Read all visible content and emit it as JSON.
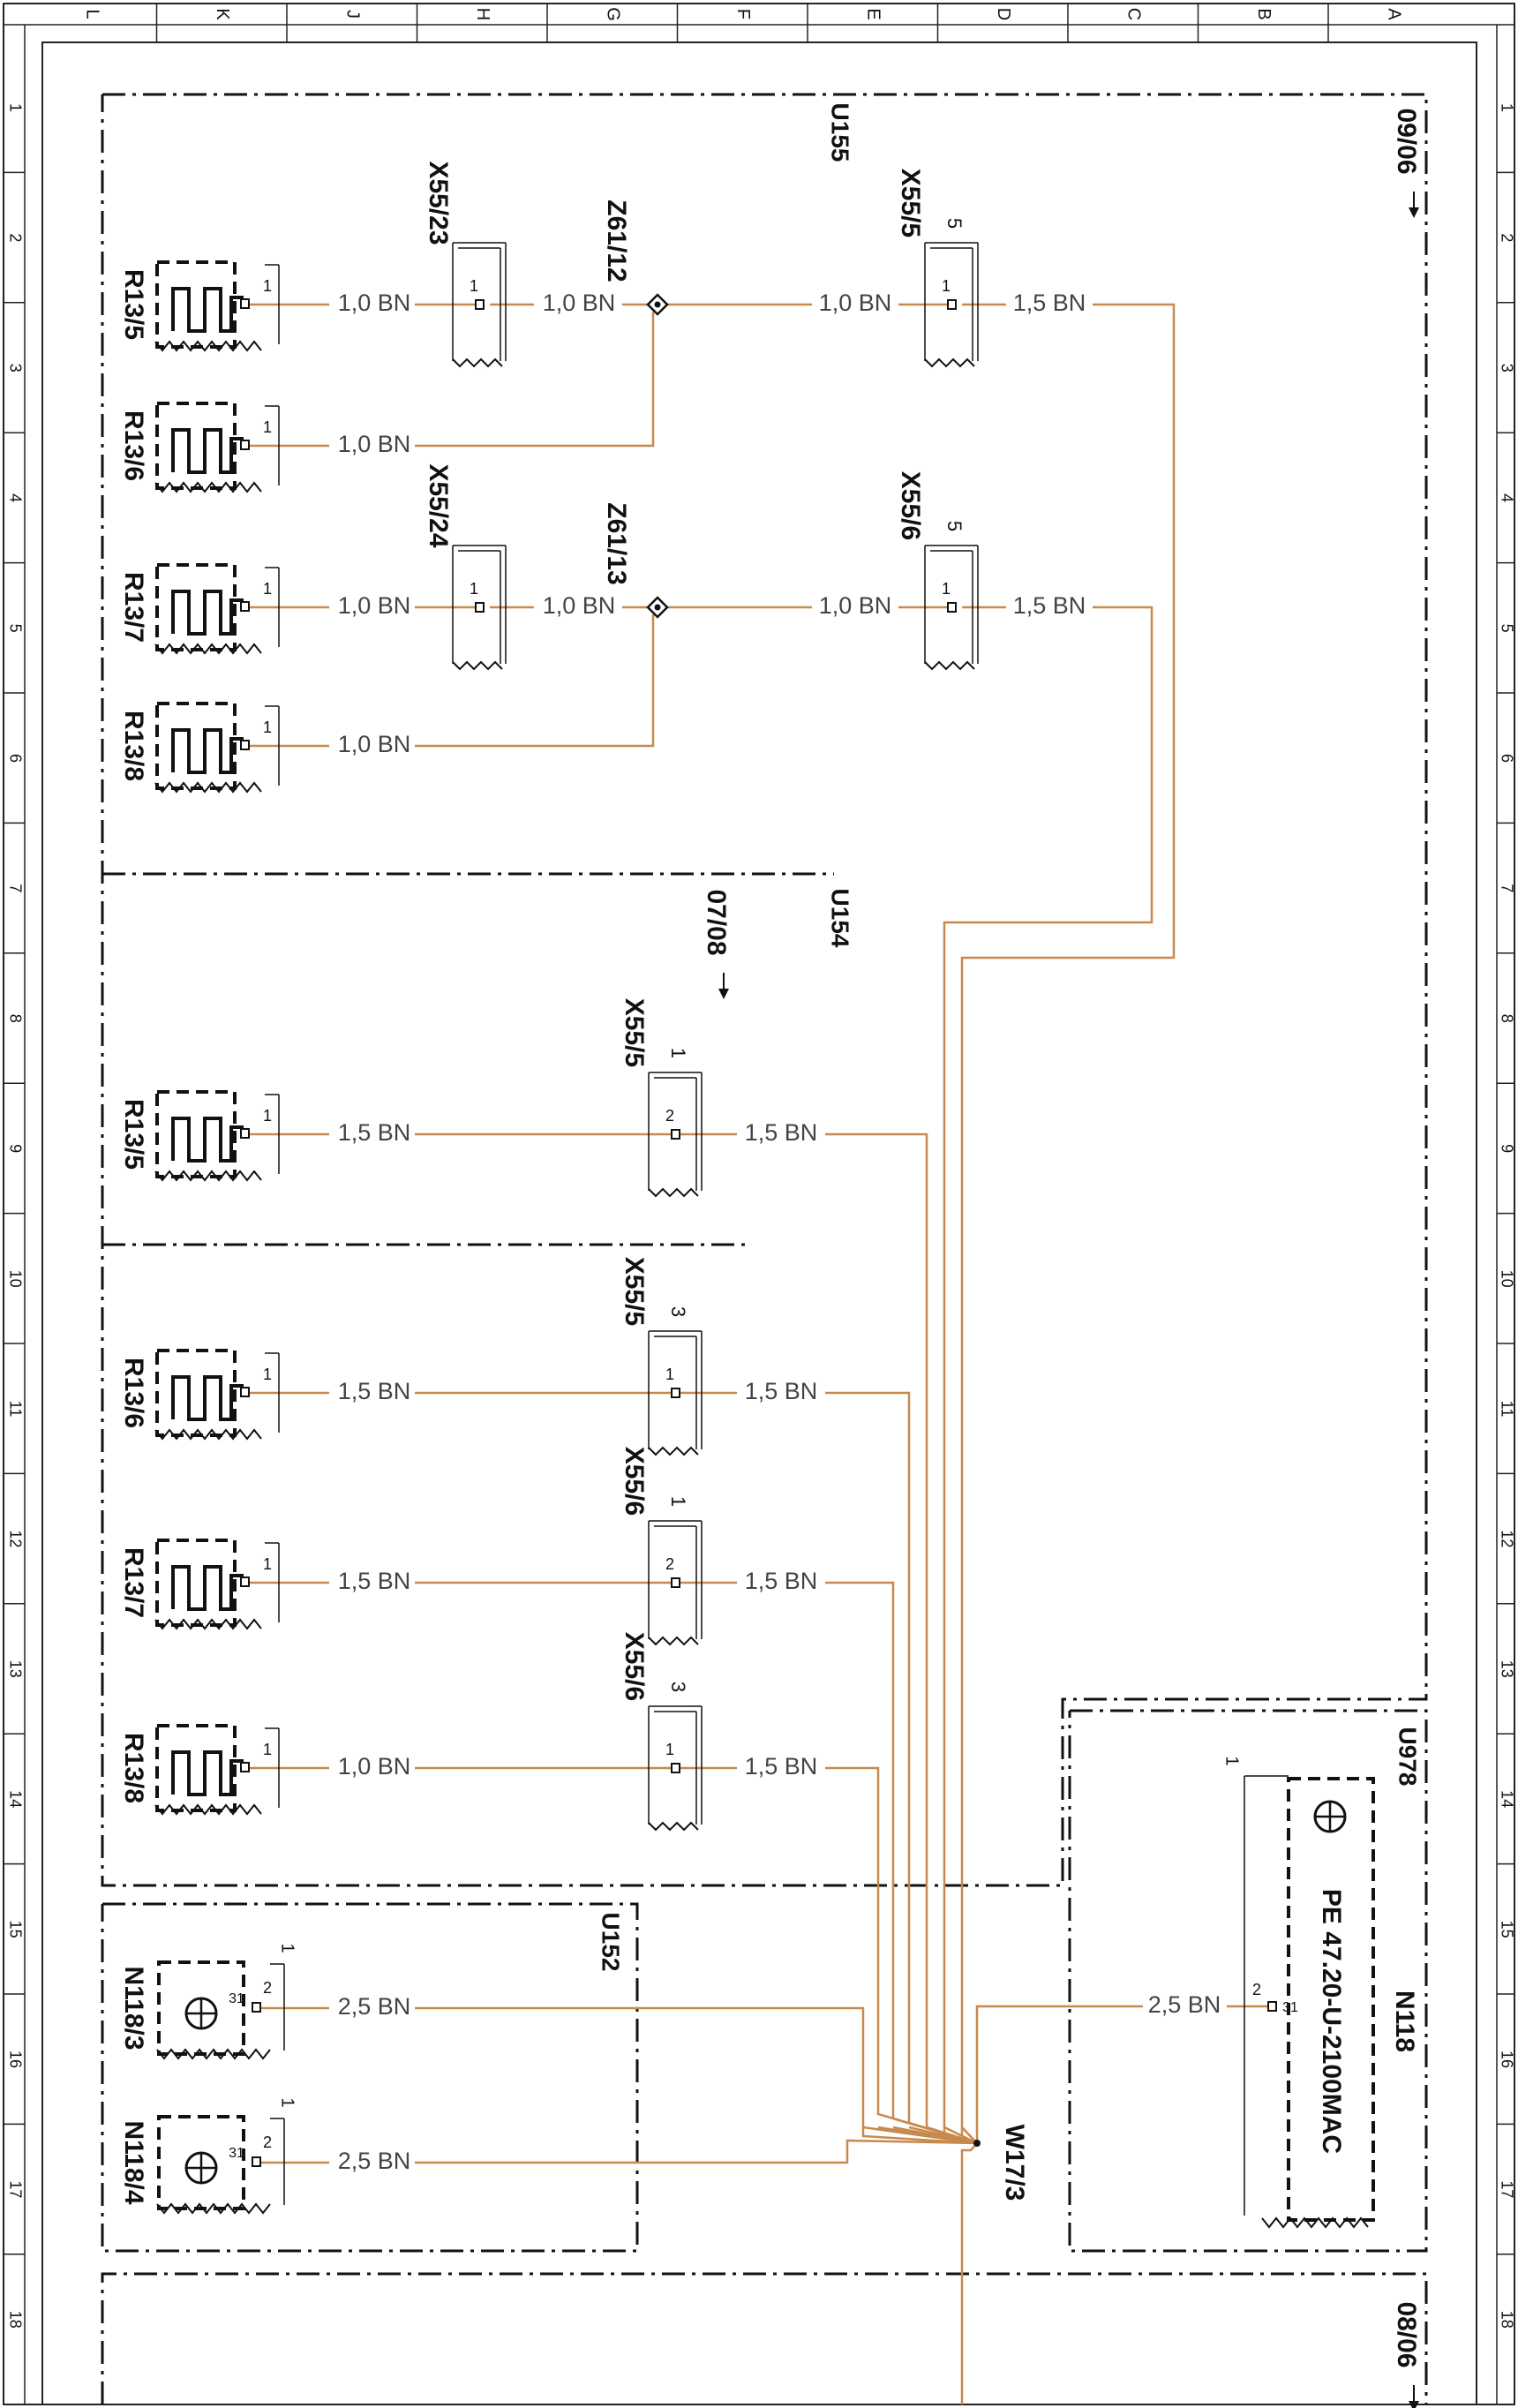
{
  "sheet": {
    "columns": [
      "L",
      "K",
      "J",
      "H",
      "G",
      "F",
      "E",
      "D",
      "C",
      "B",
      "A"
    ],
    "rows": [
      "1",
      "2",
      "3",
      "4",
      "5",
      "6",
      "7",
      "8",
      "9",
      "10",
      "11",
      "12",
      "13",
      "14",
      "15",
      "16",
      "17",
      "18"
    ]
  },
  "colors": {
    "wire": "#c8894d",
    "ink": "#111111",
    "grid": "#222222"
  },
  "areas": [
    {
      "id": "u155",
      "label": "U155"
    },
    {
      "id": "u154",
      "label": "U154"
    },
    {
      "id": "u152",
      "label": "U152"
    },
    {
      "id": "u978",
      "label": "U978"
    }
  ],
  "page_refs": [
    {
      "text": "09/06",
      "arrow": "up"
    },
    {
      "text": "07/08",
      "arrow": "left"
    },
    {
      "text": "08/06",
      "arrow": "left"
    }
  ],
  "heaters": [
    {
      "id": "h1",
      "label": "R13/5",
      "pin": "1"
    },
    {
      "id": "h2",
      "label": "R13/6",
      "pin": "1"
    },
    {
      "id": "h3",
      "label": "R13/7",
      "pin": "1"
    },
    {
      "id": "h4",
      "label": "R13/8",
      "pin": "1"
    },
    {
      "id": "h5",
      "label": "R13/5",
      "pin": "1"
    },
    {
      "id": "h6",
      "label": "R13/6",
      "pin": "1"
    },
    {
      "id": "h7",
      "label": "R13/7",
      "pin": "1"
    },
    {
      "id": "h8",
      "label": "R13/8",
      "pin": "1"
    }
  ],
  "connectors": [
    {
      "id": "c1",
      "label": "X55/23",
      "pin": "1",
      "top": ""
    },
    {
      "id": "c2",
      "label": "X55/5",
      "pin": "1",
      "top": "5"
    },
    {
      "id": "c3",
      "label": "X55/24",
      "pin": "1",
      "top": ""
    },
    {
      "id": "c4",
      "label": "X55/6",
      "pin": "1",
      "top": "5"
    },
    {
      "id": "c5",
      "label": "X55/5",
      "pin": "2",
      "top": "1"
    },
    {
      "id": "c6",
      "label": "X55/5",
      "pin": "1",
      "top": "3"
    },
    {
      "id": "c7",
      "label": "X55/6",
      "pin": "2",
      "top": "1"
    },
    {
      "id": "c8",
      "label": "X55/6",
      "pin": "1",
      "top": "3"
    }
  ],
  "splices": [
    {
      "id": "z1",
      "label": "Z61/12"
    },
    {
      "id": "z2",
      "label": "Z61/13"
    }
  ],
  "modules": [
    {
      "id": "n3",
      "label": "N118/3",
      "pin": "31",
      "pin2": "2",
      "top": "1"
    },
    {
      "id": "n4",
      "label": "N118/4",
      "pin": "31",
      "pin2": "2",
      "top": "1"
    }
  ],
  "n118": {
    "label": "N118",
    "part": "PE 47.20-U-2100MAC",
    "pin": "31",
    "pin2": "2",
    "top": "1"
  },
  "ground": {
    "label": "W17/3"
  },
  "wires": [
    "1,0 BN",
    "1,0 BN",
    "1,0 BN",
    "1,5 BN",
    "1,0 BN",
    "1,0 BN",
    "1,0 BN",
    "1,0 BN",
    "1,5 BN",
    "1,0 BN",
    "1,5 BN",
    "1,5 BN",
    "1,5 BN",
    "1,5 BN",
    "1,5 BN",
    "1,5 BN",
    "1,0 BN",
    "1,5 BN",
    "2,5 BN",
    "2,5 BN",
    "2,5 BN"
  ]
}
